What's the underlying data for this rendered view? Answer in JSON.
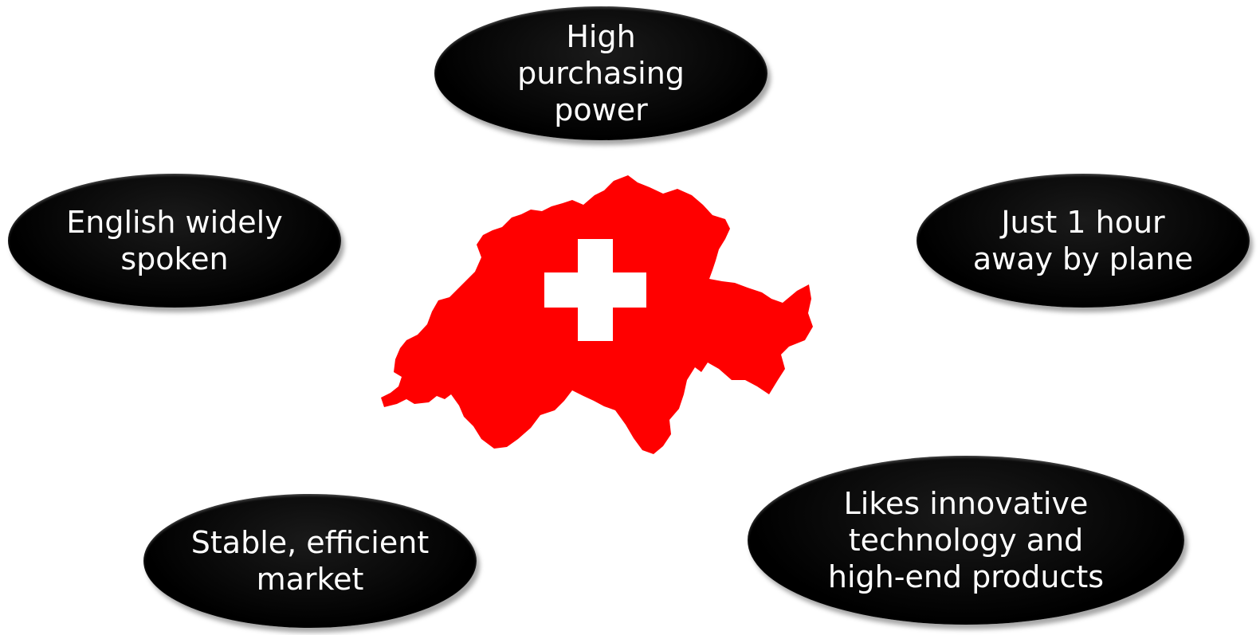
{
  "bubbles": {
    "top": "High\npurchasing\npower",
    "left": "English widely\nspoken",
    "right": "Just 1 hour\naway by plane",
    "bottom_left": "Stable, efficient\nmarket",
    "bottom_right": "Likes innovative\ntechnology and\nhigh-end products"
  },
  "colors": {
    "map_red": "#ff0000",
    "cross_white": "#ffffff",
    "bubble_fill": "#000000",
    "bubble_text": "#ffffff"
  },
  "icons": {
    "center": "switzerland-map-flag-icon"
  }
}
